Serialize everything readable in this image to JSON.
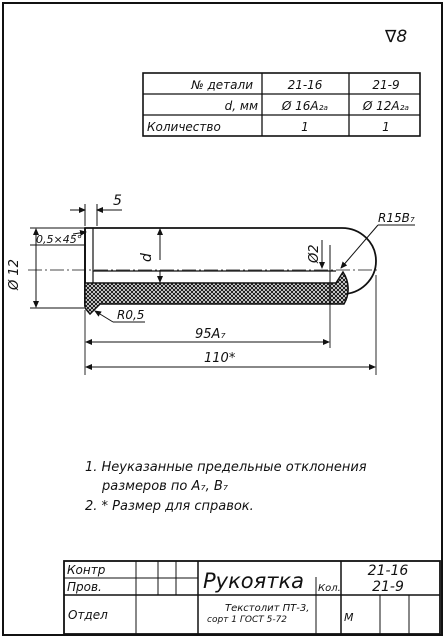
{
  "surface_mark": "∇8",
  "parts_table": {
    "rows": [
      {
        "label": "№ детали",
        "a": "21-16",
        "b": "21-9"
      },
      {
        "label": "d, мм",
        "a": "Ø 16A₂ₐ",
        "b": "Ø 12A₂ₐ"
      },
      {
        "label": "Количество",
        "a": "1",
        "b": "1"
      }
    ]
  },
  "dimensions": {
    "chamfer_width": "5",
    "chamfer": "0,5×45°",
    "diameter_12": "Ø 12",
    "d_label": "d",
    "diameter_2": "Ø2",
    "radius_tip": "R15B₇",
    "radius_small": "R0,5",
    "length_95": "95A₇",
    "length_110": "110*"
  },
  "notes": [
    "1. Неуказанные предельные отклонения",
    "размеров по A₇, B₇",
    "2. * Размер для справок."
  ],
  "title_block": {
    "kontr": "Контр",
    "prov": "Пров.",
    "otdel": "Отдел",
    "title": "Рукоятка",
    "kol_label": "Кол.",
    "part_1": "21-16",
    "part_2": "21-9",
    "material_1": "Текстолит ПТ-3,",
    "material_2": "сорт 1  ГОСТ 5-72",
    "scale_m": "М"
  }
}
